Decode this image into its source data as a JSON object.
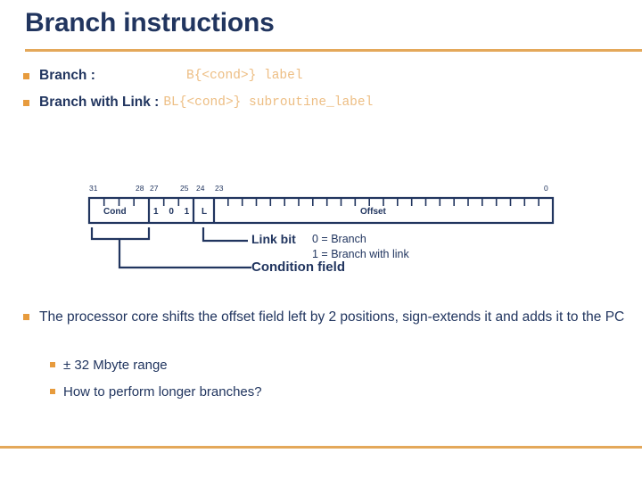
{
  "slide": {
    "title": "Branch instructions",
    "accent_color": "#e4a85a",
    "title_color": "#21355f",
    "mono_color": "#edbe84",
    "bullet_color": "#e79b3d",
    "diagram_color": "#21355f"
  },
  "syntax_bullets": [
    {
      "label": "Branch :",
      "code": "B{<cond>} label"
    },
    {
      "label": "Branch with Link :",
      "code": "BL{<cond>} subroutine_label"
    }
  ],
  "instruction_format": {
    "bit_markers": [
      {
        "text": "31",
        "bit": 31
      },
      {
        "text": "28",
        "bit": 28
      },
      {
        "text": "27",
        "bit": 27
      },
      {
        "text": "25",
        "bit": 25
      },
      {
        "text": "24",
        "bit": 24
      },
      {
        "text": "23",
        "bit": 23
      },
      {
        "text": "0",
        "bit": 0
      }
    ],
    "fields": [
      {
        "name": "Cond",
        "bits": "31-28",
        "width_bits": 4,
        "label": "Cond"
      },
      {
        "name": "opcode",
        "bits": "27-25",
        "width_bits": 3,
        "label": "1 0 1",
        "digits": [
          "1",
          "0",
          "1"
        ]
      },
      {
        "name": "L",
        "bits": "24",
        "width_bits": 1,
        "label": "L"
      },
      {
        "name": "Offset",
        "bits": "23-0",
        "width_bits": 24,
        "label": "Offset"
      }
    ],
    "callouts": [
      {
        "title": "Link bit",
        "lines": [
          "0 = Branch",
          "1 = Branch with link"
        ]
      },
      {
        "title": "Condition field",
        "lines": []
      }
    ]
  },
  "body_bullets": [
    {
      "level": 1,
      "text": "The processor core shifts the offset field left by 2 positions, sign-extends it and adds it to the PC"
    },
    {
      "level": 2,
      "text": "± 32 Mbyte range"
    },
    {
      "level": 2,
      "text": "How to perform longer branches?"
    }
  ]
}
